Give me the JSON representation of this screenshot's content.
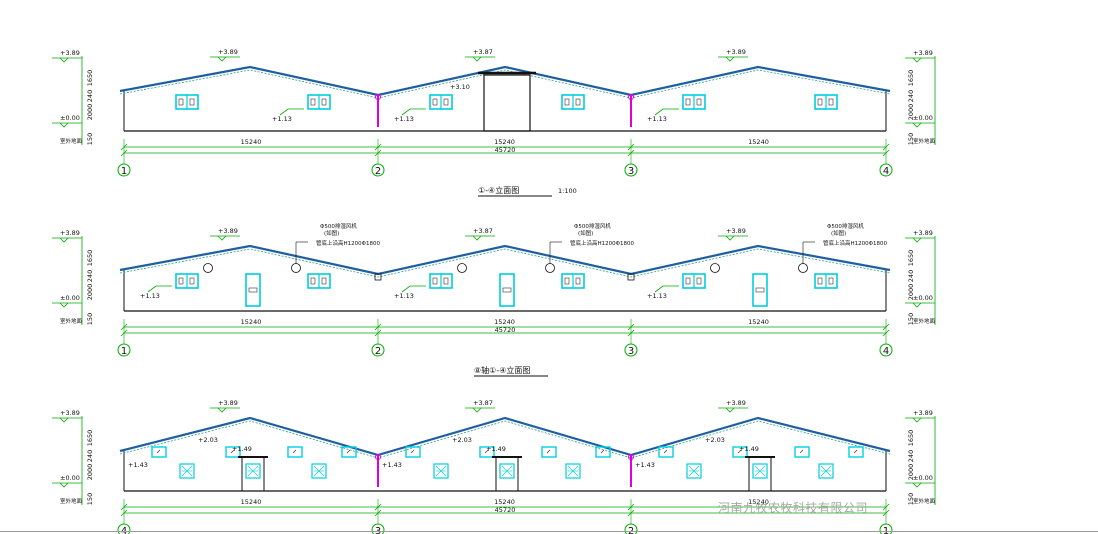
{
  "colors": {
    "roof": "#1f5f9f",
    "roof_band": "#2a9a9a",
    "wall": "#111111",
    "mark": "#00aa00",
    "window": "#00cfe0",
    "downpipe": "#dd00dd",
    "text": "#111111"
  },
  "elevations": [
    {
      "title": "①-④立面图",
      "title_suffix": "1:100",
      "ridge_levels": [
        "+3.89",
        "+3.87",
        "+3.89"
      ],
      "side_levels": {
        "top": "+3.89",
        "zero": "±0.00",
        "ground": "室外地面"
      },
      "side_dims": [
        "1650",
        "240",
        "2000",
        "150"
      ],
      "notes": [
        "+1.13",
        "+1.13",
        "+1.13",
        "+3.10"
      ],
      "spans": [
        "15240",
        "15240",
        "15240"
      ],
      "total": "45720",
      "axes": [
        "1",
        "2",
        "3",
        "4"
      ]
    },
    {
      "title": "⑧轴①-④立面图",
      "title_suffix": "",
      "ridge_levels": [
        "+3.89",
        "+3.87",
        "+3.89"
      ],
      "side_levels": {
        "top": "+3.89",
        "zero": "±0.00",
        "ground": "室外地面"
      },
      "side_dims": [
        "1650",
        "240",
        "2000",
        "150"
      ],
      "notes": [
        "+1.13",
        "+1.13",
        "+1.13"
      ],
      "callout": {
        "line1": "Φ500排湿风机",
        "line2": "(如图)",
        "line3": "管底上沿高H1200Φ1800"
      },
      "spans": [
        "15240",
        "15240",
        "15240"
      ],
      "total": "45720",
      "axes": [
        "1",
        "2",
        "3",
        "4"
      ]
    },
    {
      "title": "",
      "title_suffix": "",
      "ridge_levels": [
        "+3.89",
        "+3.87",
        "+3.89"
      ],
      "side_levels": {
        "top": "+3.89",
        "zero": "±0.00",
        "ground": "室外地面"
      },
      "side_dims": [
        "1650",
        "240",
        "2000",
        "150"
      ],
      "notes_low": [
        "+1.43",
        "+1.43",
        "+1.43"
      ],
      "notes_mid": [
        "+2.03",
        "+2.03",
        "+2.03"
      ],
      "notes_door": [
        "+1.49",
        "+1.49",
        "+1.49"
      ],
      "spans": [
        "15240",
        "15240",
        "15240"
      ],
      "total": "45720",
      "axes": [
        "4",
        "3",
        "2",
        "1"
      ]
    }
  ],
  "watermark": "河南九牧农牧科技有限公司"
}
